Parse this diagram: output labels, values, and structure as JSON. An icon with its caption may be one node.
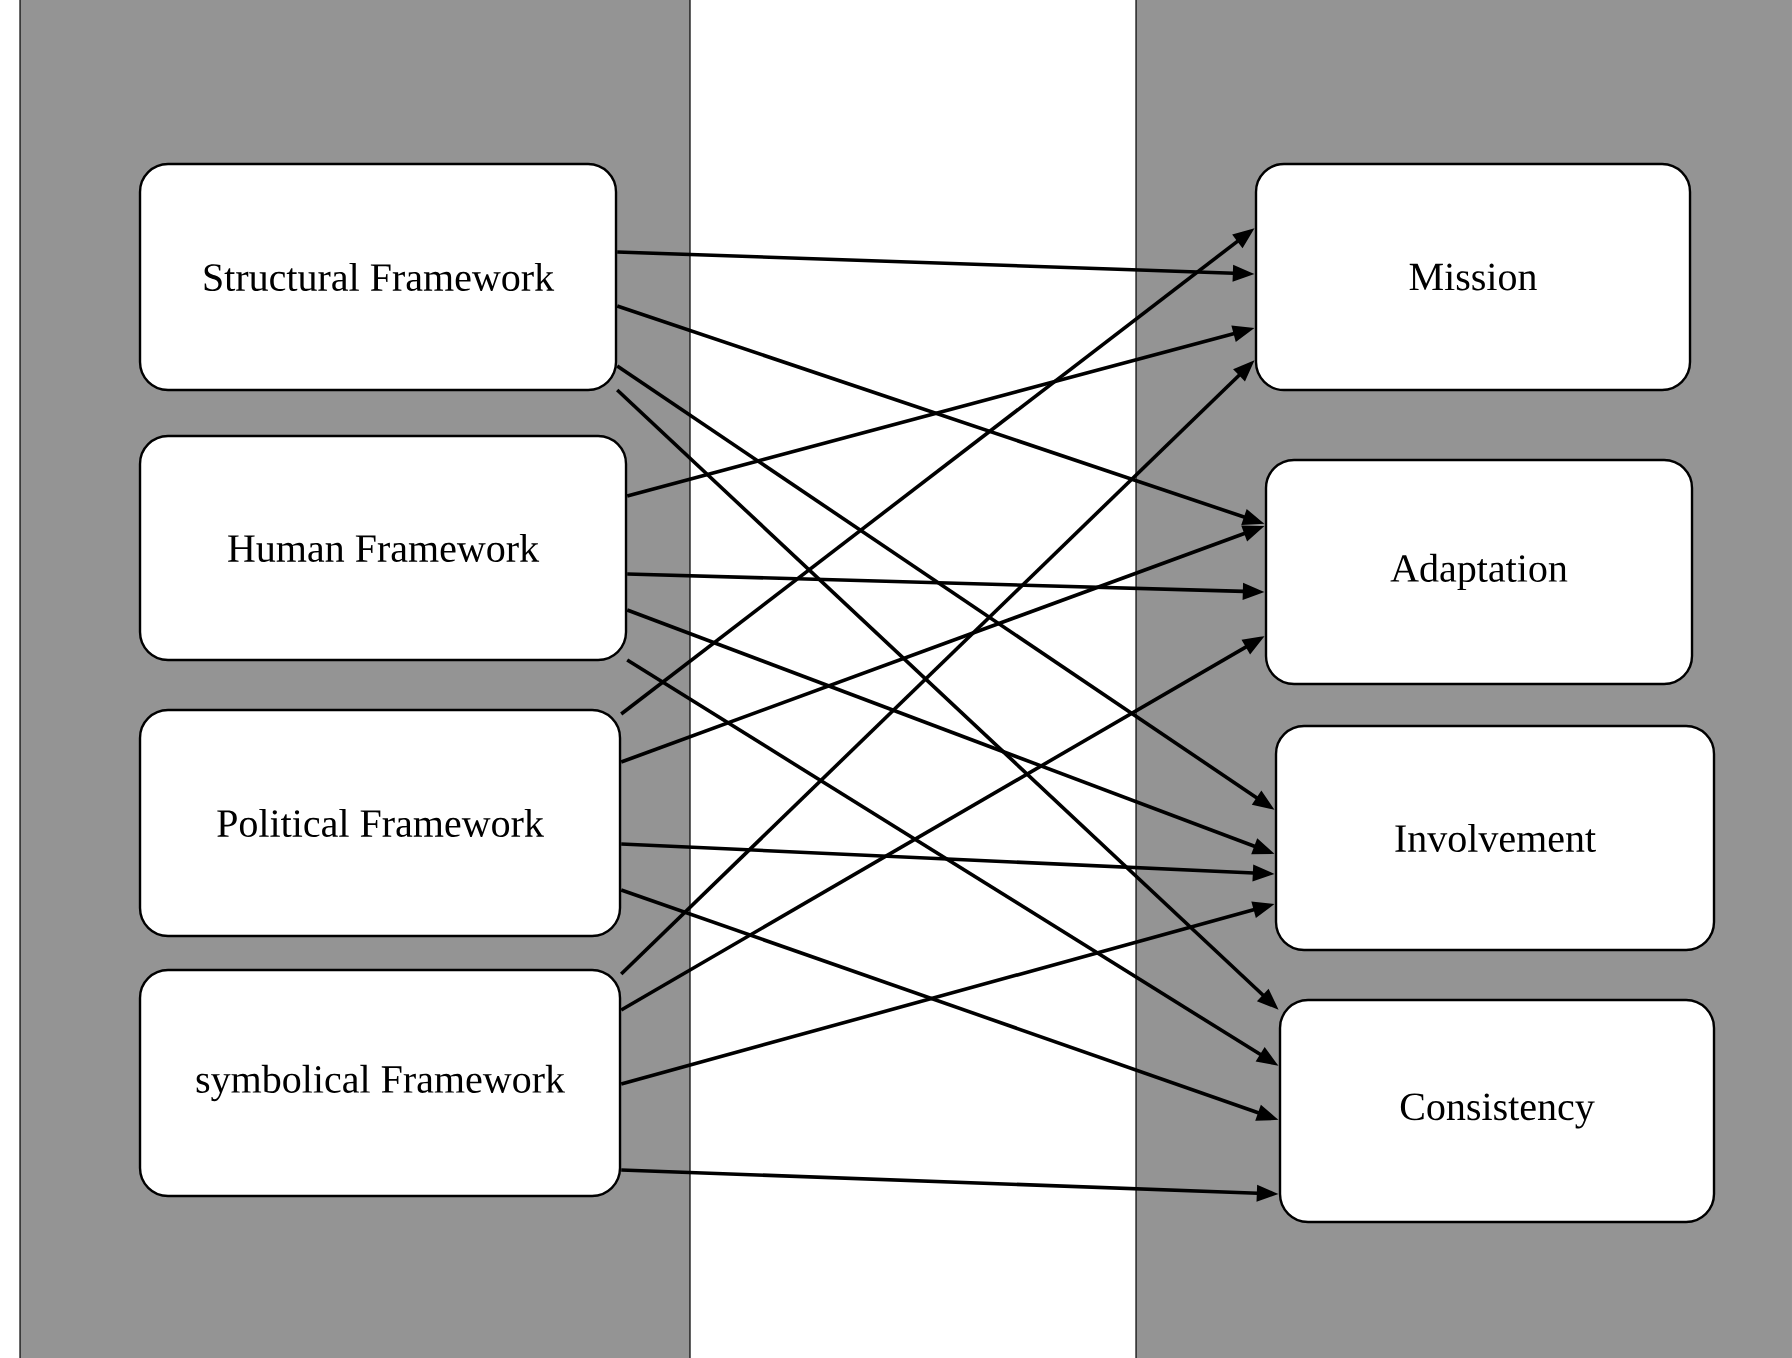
{
  "diagram": {
    "nodes": [
      {
        "text": [
          "Structural Framework"
        ]
      },
      {
        "text": [
          "Human Framework"
        ]
      },
      {
        "text": [
          "Political Framework"
        ]
      },
      {
        "text": [
          "symbolical Framework"
        ]
      },
      {
        "text": [
          "Mission"
        ]
      },
      {
        "text": [
          "Adaptation"
        ]
      },
      {
        "text": [
          "Involvement"
        ]
      },
      {
        "text": [
          "Consistency"
        ]
      }
    ],
    "edges": [
      {
        "from": 0,
        "to": 4,
        "arrow": "to"
      },
      {
        "from": 0,
        "to": 5,
        "arrow": "to"
      },
      {
        "from": 0,
        "to": 6,
        "arrow": "to"
      },
      {
        "from": 0,
        "to": 7,
        "arrow": "to"
      },
      {
        "from": 1,
        "to": 4,
        "arrow": "to"
      },
      {
        "from": 1,
        "to": 5,
        "arrow": "to"
      },
      {
        "from": 1,
        "to": 6,
        "arrow": "to"
      },
      {
        "from": 1,
        "to": 7,
        "arrow": "to"
      },
      {
        "from": 2,
        "to": 4,
        "arrow": "to"
      },
      {
        "from": 2,
        "to": 5,
        "arrow": "to"
      },
      {
        "from": 2,
        "to": 6,
        "arrow": "to"
      },
      {
        "from": 2,
        "to": 7,
        "arrow": "to"
      },
      {
        "from": 3,
        "to": 4,
        "arrow": "to"
      },
      {
        "from": 3,
        "to": 5,
        "arrow": "to"
      },
      {
        "from": 3,
        "to": 6,
        "arrow": "to"
      },
      {
        "from": 3,
        "to": 7,
        "arrow": "to"
      }
    ]
  }
}
